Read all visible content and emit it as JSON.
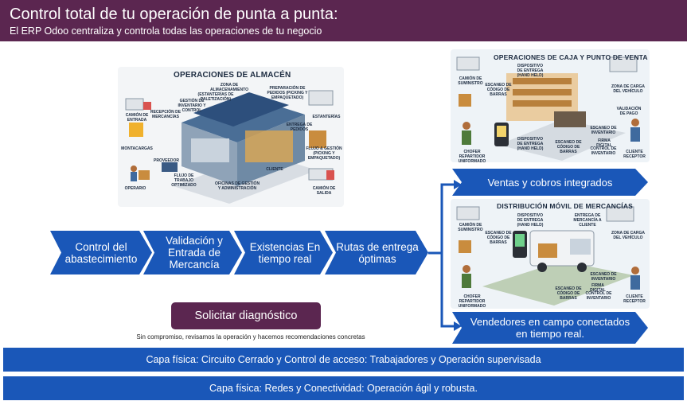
{
  "header": {
    "title": "Control total de tu operación de punta a punta:",
    "subtitle": "El  ERP  Odoo centraliza y controla todas las operaciones de tu negocio"
  },
  "warehouse": {
    "title": "OPERACIONES DE ALMACÉN",
    "labels": {
      "zona_almacenamiento": "ZONA DE ALMACENAMIENTO",
      "estanterias_paletizacion": "(ESTANTERÍAS DE PALETIZACIÓN)",
      "camion_entrada": "CAMIÓN DE ENTRADA",
      "recepcion": "RECEPCIÓN DE MERCANCÍAS",
      "gestion_inventario": "GESTIÓN DE INVENTARIO Y CONTROL",
      "preparacion_pedidos": "PREPARACIÓN DE PEDIDOS (PICKING Y EMPAQUETADO)",
      "estanterias": "ESTANTERÍAS",
      "montacargas": "MONTACARGAS",
      "proveedor": "PROVEEDOR",
      "entrega_pedidos": "ENTREGA DE PEDIDOS",
      "flujo_gestion": "FLUJO & GESTIÓN (PICKING Y EMPAQUETADO)",
      "flujo_trabajo": "FLUJO DE TRABAJO OPTIMIZADO",
      "cliente": "CLIENTE",
      "oficinas": "OFICINAS DE GESTIÓN Y ADMINISTRACIÓN",
      "operario": "OPERARIO",
      "camion_salida": "CAMIÓN DE SALIDA"
    }
  },
  "pos": {
    "title": "OPERACIONES DE CAJA Y PUNTO DE VENTA",
    "labels": {
      "camion_suministro": "CAMIÓN DE SUMINISTRO",
      "dispositivo": "DISPOSITIVO DE ENTREGA (HAND HELD)",
      "escaneo_barras": "ESCANEO DE CÓDIGO DE BARRAS",
      "zona_carga": "ZONA DE CARGA DEL VEHÍCULO",
      "validacion_pago": "VALIDACIÓN DE PAGO",
      "escaneo_inventario": "ESCANEO DE INVENTARIO",
      "firma_digital": "FIRMA DIGITAL",
      "control_inventario": "CONTROL DE INVENTARIO",
      "chofer": "CHOFER REPARTIDOR UNIFORMADO",
      "dispositivo2": "DISPOSITIVO DE ENTREGA (HAND HELD)",
      "escaneo_barras2": "ESCANEO DE CÓDIGO DE BARRAS",
      "cliente_receptor": "CLIENTE RECEPTOR"
    }
  },
  "distribution": {
    "title": "DISTRIBUCIÓN MÓVIL DE MERCANCÍAS",
    "labels": {
      "camion_suministro": "CAMIÓN DE SUMINISTRO",
      "dispositivo": "DISPOSITIVO DE ENTREGA (HAND HELD)",
      "entrega_cliente": "ENTREGA DE MERCANCÍA A CLIENTE",
      "escaneo_barras": "ESCANEO DE CÓDIGO DE BARRAS",
      "zona_carga": "ZONA DE CARGA DEL VEHÍCULO",
      "escaneo_inventario": "ESCANEO DE INVENTARIO",
      "firma_digital": "FIRMA DIGITAL",
      "control_inventario": "CONTROL DE INVENTARIO",
      "chofer": "CHOFER REPARTIDOR UNIFORMADO",
      "escaneo_barras2": "ESCANEO DE CÓDIGO DE BARRAS",
      "cliente_receptor": "CLIENTE RECEPTOR"
    }
  },
  "flow": [
    {
      "label": "Control del abastecimiento"
    },
    {
      "label": "Validación y Entrada de Mercancía"
    },
    {
      "label": "Existencias En tiempo real"
    },
    {
      "label": "Rutas de entrega óptimas"
    }
  ],
  "banners": {
    "sales": "Ventas y cobros integrados",
    "field": "Vendedores en campo conectados en tiempo real."
  },
  "cta": {
    "label": "Solicitar diagnóstico",
    "note": "Sin compromiso, revisamos la operación y hacemos recomendaciones concretas"
  },
  "layers": {
    "physical": "Capa física: Circuito Cerrado y Control de acceso: Trabajadores y Operación supervisada",
    "network": "Capa física: Redes y Conectividad: Operación ágil y robusta."
  },
  "colors": {
    "header": "#5b2650",
    "chevron": "#1a57b8",
    "layer": "#1a57b8",
    "cta": "#5b2650"
  }
}
